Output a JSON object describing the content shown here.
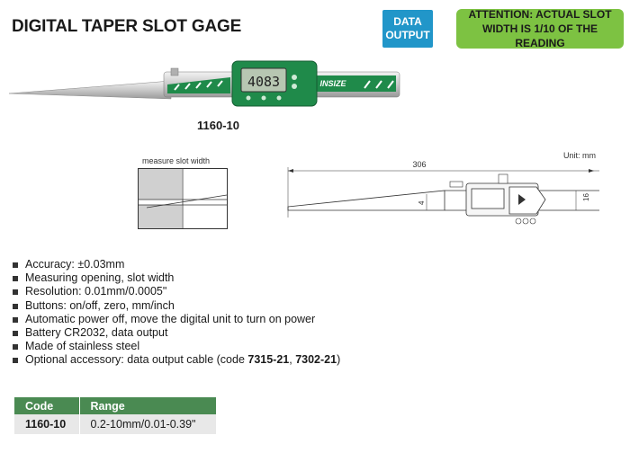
{
  "header": {
    "title": "DIGITAL TAPER SLOT GAGE",
    "badge_data_line1": "DATA",
    "badge_data_line2": "OUTPUT",
    "attention_line1": "ATTENTION: ACTUAL SLOT",
    "attention_line2": "WIDTH IS 1/10 OF THE READING"
  },
  "product": {
    "display_reading": "4083",
    "brand": "INSIZE",
    "model": "1160-10"
  },
  "diagram": {
    "measure_label": "measure slot width",
    "unit_label": "Unit: mm",
    "length": "306",
    "tip_height": "4",
    "body_height": "16"
  },
  "specs": [
    "Accuracy: ±0.03mm",
    "Measuring opening, slot width",
    "Resolution: 0.01mm/0.0005\"",
    "Buttons: on/off, zero, mm/inch",
    "Automatic power off, move the digital unit to turn on power",
    "Battery CR2032, data output",
    "Made of stainless steel"
  ],
  "accessory": {
    "prefix": "Optional accessory: data output cable (code ",
    "code1": "7315-21",
    "sep": ", ",
    "code2": "7302-21",
    "suffix": ")"
  },
  "table": {
    "headers": {
      "code": "Code",
      "range": "Range"
    },
    "rows": [
      {
        "code": "1160-10",
        "range": "0.2-10mm/0.01-0.39\""
      }
    ]
  },
  "colors": {
    "brand_green": "#1f8a4a",
    "data_badge": "#2196c9",
    "attention_badge": "#7dc242",
    "table_header": "#4a8a52"
  }
}
